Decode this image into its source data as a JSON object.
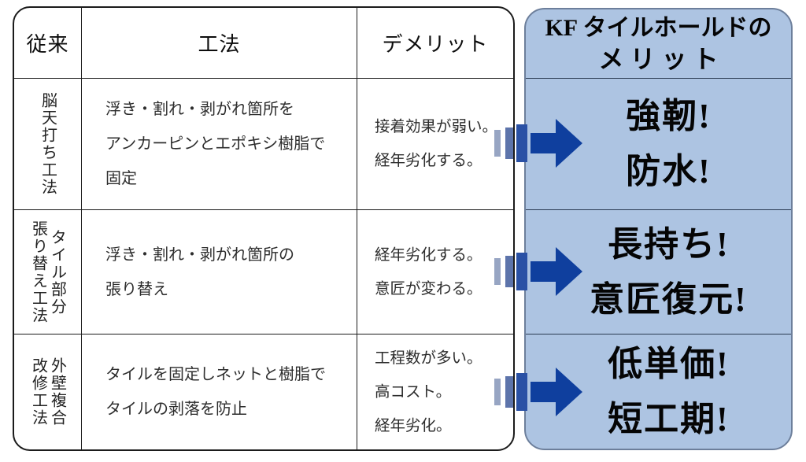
{
  "table": {
    "headers": {
      "conventional": "従来",
      "method": "工法",
      "demerit": "デメリット"
    },
    "rows": [
      {
        "name_lines": [
          "脳天打ち工法"
        ],
        "method_lines": [
          "浮き・割れ・剥がれ箇所を",
          "アンカーピンとエポキシ樹脂で",
          "固定"
        ],
        "demerit_lines": [
          "接着効果が弱い。",
          "経年劣化する。"
        ]
      },
      {
        "name_lines": [
          "タイル部分",
          "張り替え工法"
        ],
        "method_lines": [
          "浮き・割れ・剥がれ箇所の",
          "張り替え"
        ],
        "demerit_lines": [
          "経年劣化する。",
          "意匠が変わる。"
        ]
      },
      {
        "name_lines": [
          "外壁複合",
          "改修工法"
        ],
        "method_lines": [
          "タイルを固定しネットと樹脂で",
          "タイルの剥落を防止"
        ],
        "demerit_lines": [
          "工程数が多い。",
          "高コスト。",
          "経年劣化。"
        ]
      }
    ]
  },
  "panel": {
    "title_line1": "KF タイルホールドの",
    "title_line2": "メリット",
    "merits": [
      {
        "lines": [
          "強靭!",
          "防水!"
        ]
      },
      {
        "lines": [
          "長持ち!",
          "意匠復元!"
        ]
      },
      {
        "lines": [
          "低単価!",
          "短工期!"
        ]
      }
    ]
  },
  "icons": {
    "arrow": "striped-right-arrow-icon"
  },
  "colors": {
    "panel_bg": "#adc4e2",
    "panel_border": "#6d7f9b",
    "panel_line": "#2b3b52",
    "table_line": "#1b1b1b",
    "arrow_main": "#0f3f9e",
    "arrow_bar1": "#97a5c3",
    "arrow_bar2": "#5d74ab",
    "arrow_bar3": "#2a51a5"
  }
}
